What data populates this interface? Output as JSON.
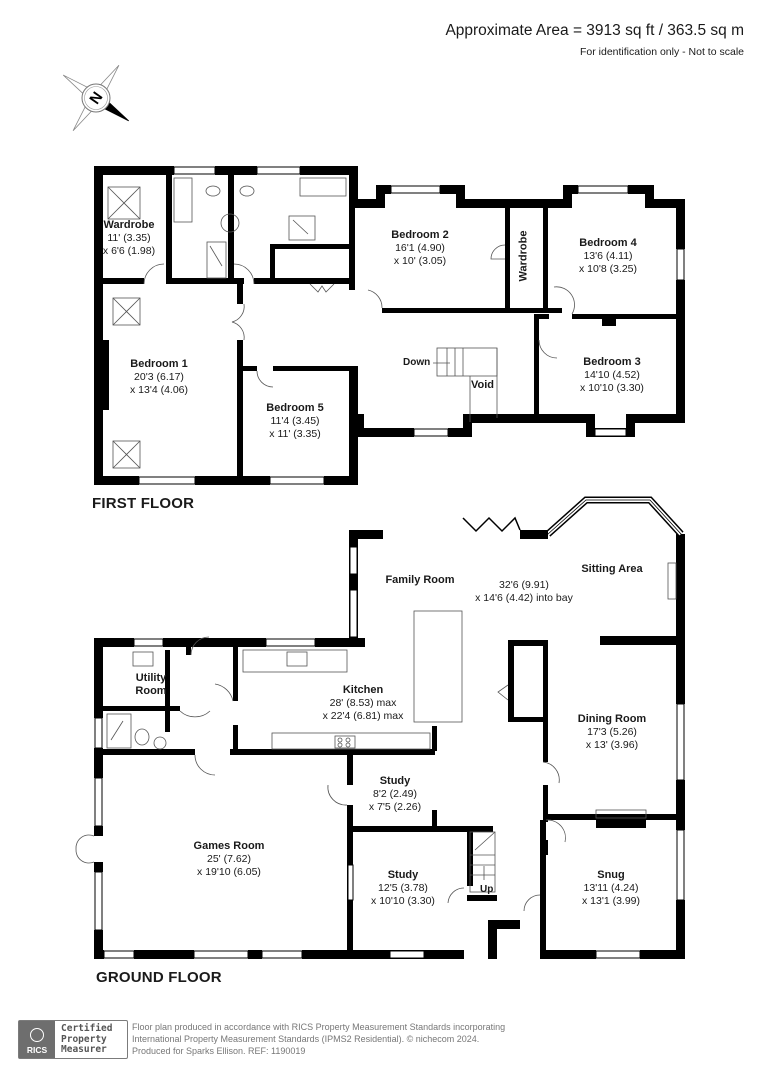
{
  "header": {
    "area": "Approximate Area = 3913 sq ft / 363.5 sq m",
    "note": "For identification only - Not to scale"
  },
  "compass": {
    "label": "N",
    "icon": "north-compass-icon"
  },
  "first_floor": {
    "label": "FIRST FLOOR",
    "rooms": [
      {
        "name": "Wardrobe",
        "dim1": "11' (3.35)",
        "dim2": "x 6'6 (1.98)"
      },
      {
        "name": "Bedroom 2",
        "dim1": "16'1 (4.90)",
        "dim2": "x 10' (3.05)"
      },
      {
        "name": "Wardrobe",
        "dim1": "",
        "dim2": ""
      },
      {
        "name": "Bedroom 4",
        "dim1": "13'6 (4.11)",
        "dim2": "x 10'8 (3.25)"
      },
      {
        "name": "Bedroom 1",
        "dim1": "20'3 (6.17)",
        "dim2": "x 13'4 (4.06)"
      },
      {
        "name": "Bedroom 5",
        "dim1": "11'4 (3.45)",
        "dim2": "x 11' (3.35)"
      },
      {
        "name": "Bedroom 3",
        "dim1": "14'10 (4.52)",
        "dim2": "x 10'10 (3.30)"
      }
    ],
    "stairs_label": "Down",
    "void_label": "Void"
  },
  "ground_floor": {
    "label": "GROUND FLOOR",
    "rooms": [
      {
        "name": "Family Room",
        "dim1": "",
        "dim2": ""
      },
      {
        "name": "",
        "dim1": "32'6 (9.91)",
        "dim2": "x 14'6 (4.42) into bay"
      },
      {
        "name": "Sitting Area",
        "dim1": "",
        "dim2": ""
      },
      {
        "name": "Utility",
        "dim1": "Room",
        "dim2": ""
      },
      {
        "name": "Kitchen",
        "dim1": "28' (8.53) max",
        "dim2": "x 22'4 (6.81) max"
      },
      {
        "name": "Dining Room",
        "dim1": "17'3 (5.26)",
        "dim2": "x 13' (3.96)"
      },
      {
        "name": "Study",
        "dim1": "8'2 (2.49)",
        "dim2": "x 7'5 (2.26)"
      },
      {
        "name": "Games Room",
        "dim1": "25' (7.62)",
        "dim2": "x 19'10 (6.05)"
      },
      {
        "name": "Study",
        "dim1": "12'5 (3.78)",
        "dim2": "x 10'10 (3.30)"
      },
      {
        "name": "Snug",
        "dim1": "13'11 (4.24)",
        "dim2": "x 13'1 (3.99)"
      }
    ],
    "stairs_label": "Up"
  },
  "footer": {
    "logo_badge": "RICS",
    "logo_text": [
      "Certified",
      "Property",
      "Measurer"
    ],
    "lines": [
      "Floor plan produced in accordance with RICS Property Measurement Standards incorporating",
      "International Property Measurement Standards (IPMS2 Residential).   © nichecom 2024.",
      "Produced for Sparks Ellison.   REF:  1190019"
    ]
  },
  "colors": {
    "wall": "#000000",
    "text": "#1a1a1a",
    "footer_text": "#777777",
    "logo_grey": "#6e6e6e"
  }
}
